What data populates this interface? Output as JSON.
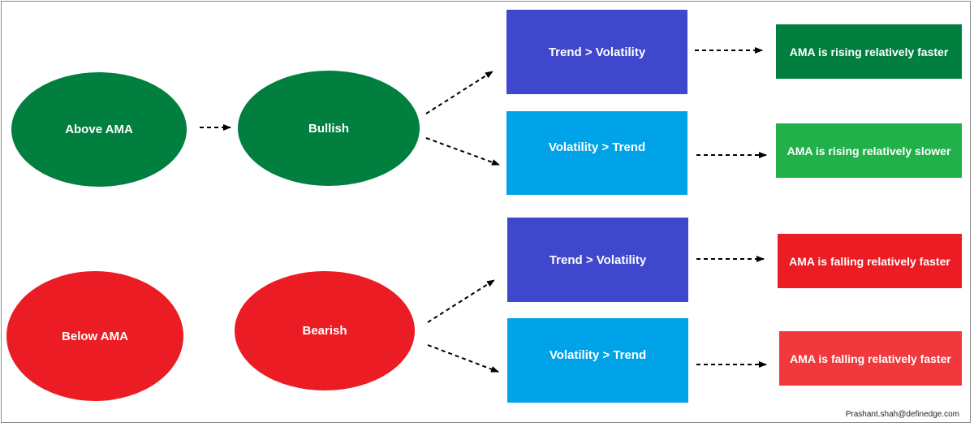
{
  "colors": {
    "dark_green": "#007f3f",
    "light_green": "#22b04b",
    "red": "#ec1c24",
    "light_red": "#f0383d",
    "indigo": "#3f47cc",
    "sky_blue": "#00a2e8",
    "arrow": "#000000",
    "border": "#8a8a8a"
  },
  "nodes": {
    "above_ama": "Above AMA",
    "bullish": "Bullish",
    "below_ama": "Below AMA",
    "bearish": "Bearish",
    "bull_trend_gt_vol": "Trend > Volatility",
    "bull_vol_gt_trend": "Volatility > Trend",
    "bear_trend_gt_vol": "Trend > Volatility",
    "bear_vol_gt_trend": "Volatility > Trend",
    "outcome_rising_faster": "AMA is rising relatively faster",
    "outcome_rising_slower": "AMA is rising relatively slower",
    "outcome_falling_faster_1": "AMA is falling relatively faster",
    "outcome_falling_faster_2": "AMA is falling relatively faster"
  },
  "footer": "Prashant.shah@definedge.com"
}
